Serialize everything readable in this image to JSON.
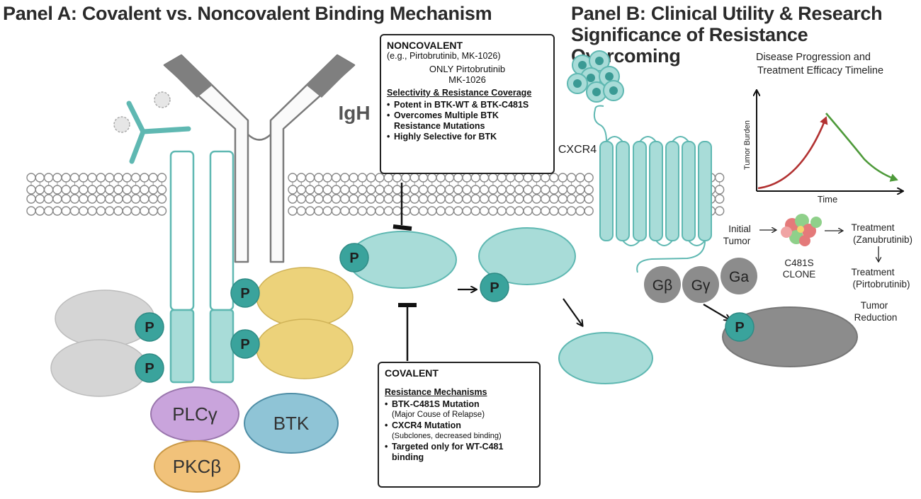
{
  "panel_a_title": "Panel A: Covalent vs. Noncovalent Binding Mechanism",
  "panel_b_title_line1": "Panel B: Clinical Utility & Research",
  "panel_b_title_line2": "Significance of Resistance Overcoming",
  "labels": {
    "igh": "IgH",
    "cxcr4": "CXCR4",
    "plcg": "PLCγ",
    "btk": "BTK",
    "pkcb": "PKCβ",
    "p": "P",
    "gb": "Gβ",
    "gg": "Gγ",
    "ga": "Ga"
  },
  "noncovalent_box": {
    "header": "NONCOVALENT",
    "example": "(e.g., Pirtobrutinib, MK-1026)",
    "only_line1": "ONLY Pirtobrutinib",
    "only_line2": "MK-1026",
    "subheader": "Selectivity & Resistance Coverage",
    "bullets": [
      "Potent in BTK-WT & BTK-C481S",
      "Overcomes Multiple BTK Resistance Mutations",
      "Highly Selective for BTK"
    ]
  },
  "covalent_box": {
    "header": "COVALENT",
    "subheader": "Resistance Mechanisms",
    "bullets": [
      {
        "main": "BTK-C481S Mutation",
        "detail": "(Major Couse of Relapse)"
      },
      {
        "main": "CXCR4 Mutation",
        "detail": "(Subclones, decreased binding)"
      },
      {
        "main": "Targeted only for WT-C481 binding",
        "detail": ""
      }
    ]
  },
  "timeline": {
    "title_line1": "Disease Progression and",
    "title_line2": "Treatment Efficacy Timeline",
    "ylabel": "Tumor Burden",
    "xlabel": "Time"
  },
  "flow": {
    "initial_line1": "Initial",
    "initial_line2": "Tumor",
    "clone_line1": "C481S",
    "clone_line2": "CLONE",
    "treat1_line1": "Treatment",
    "treat1_line2": "(Zanubrutinib)",
    "treat2_line1": "Treatment",
    "treat2_line2": "(Pirtobrutinib)",
    "reduction_line1": "Tumor",
    "reduction_line2": "Reduction"
  },
  "colors": {
    "teal": "#5fb8b2",
    "teal_light": "#a8dcd8",
    "teal_dark": "#3a9a94",
    "purple": "#c9a4dc",
    "blue_btk": "#8fc4d6",
    "orange": "#f1c27a",
    "yellow": "#ecd27a",
    "grey": "#d2d2d2",
    "grey_dark": "#8c8c8c",
    "red_arrow": "#b23232",
    "green_arrow": "#4e9a3a"
  }
}
